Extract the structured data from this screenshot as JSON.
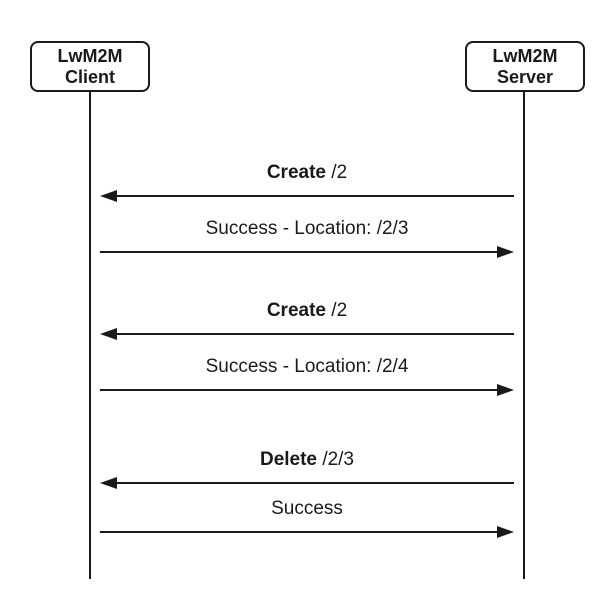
{
  "diagram": {
    "type": "sequence-diagram",
    "background_color": "#ffffff",
    "line_color": "#1a1a1a",
    "actors": [
      {
        "id": "lwm2m-client",
        "label_line1": "LwM2M",
        "label_line2": "Client"
      },
      {
        "id": "lwm2m-server",
        "label_line1": "LwM2M",
        "label_line2": "Server"
      }
    ],
    "messages": [
      {
        "method": "Create",
        "args": "/2",
        "direction": "server-to-client"
      },
      {
        "method": "",
        "args": "Success - Location: /2/3",
        "direction": "client-to-server"
      },
      {
        "method": "Create",
        "args": "/2",
        "direction": "server-to-client"
      },
      {
        "method": "",
        "args": "Success - Location: /2/4",
        "direction": "client-to-server"
      },
      {
        "method": "Delete",
        "args": "/2/3",
        "direction": "server-to-client"
      },
      {
        "method": "",
        "args": "Success",
        "direction": "client-to-server"
      }
    ]
  }
}
